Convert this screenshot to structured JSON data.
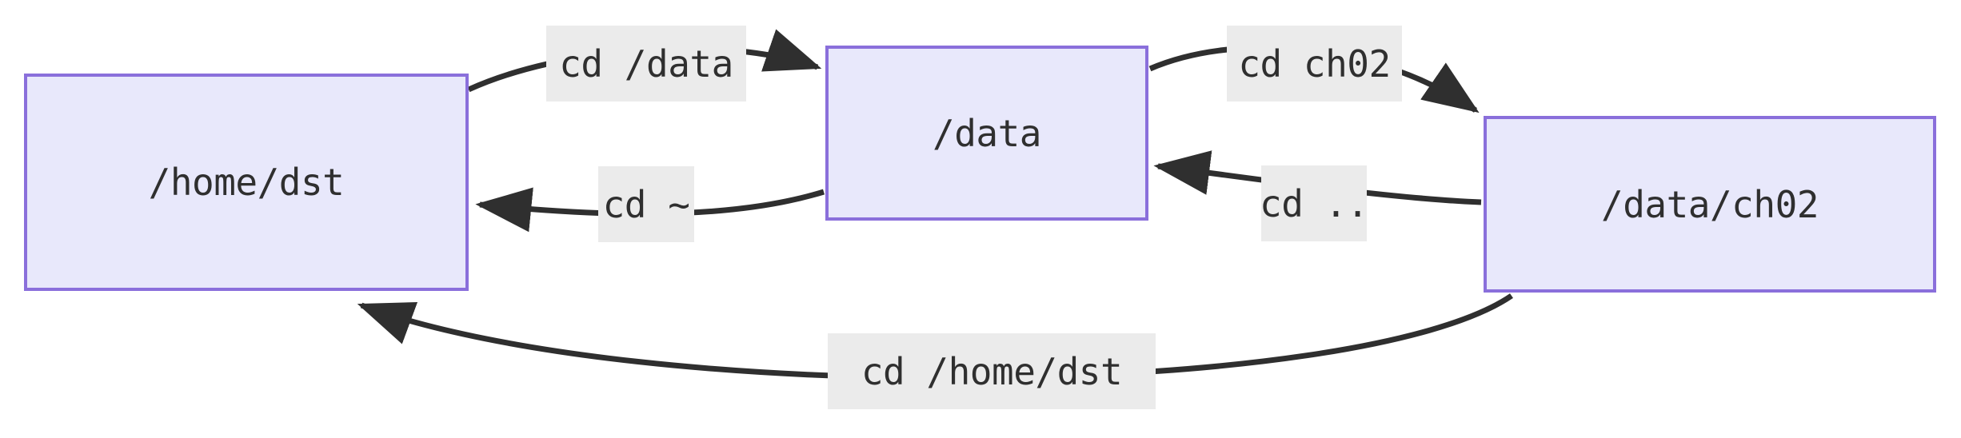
{
  "diagram": {
    "type": "flowchart",
    "direction": "left-to-right",
    "background_color": "#ffffff",
    "node_fill_color": "#e8e8fb",
    "node_border_color": "#8a6fdb",
    "edge_color": "#2f2f2f",
    "label_background_color": "#ebebeb",
    "text_color": "#2f2f2f",
    "nodes": [
      {
        "id": "home_dst",
        "label": "/home/dst"
      },
      {
        "id": "data",
        "label": "/data"
      },
      {
        "id": "data_ch02",
        "label": "/data/ch02"
      }
    ],
    "edges": [
      {
        "id": "e1",
        "from": "home_dst",
        "to": "data",
        "label": "cd /data"
      },
      {
        "id": "e2",
        "from": "data",
        "to": "home_dst",
        "label": "cd ~"
      },
      {
        "id": "e3",
        "from": "data",
        "to": "data_ch02",
        "label": "cd ch02"
      },
      {
        "id": "e4",
        "from": "data_ch02",
        "to": "data",
        "label": "cd .."
      },
      {
        "id": "e5",
        "from": "data_ch02",
        "to": "home_dst",
        "label": "cd /home/dst"
      }
    ]
  }
}
